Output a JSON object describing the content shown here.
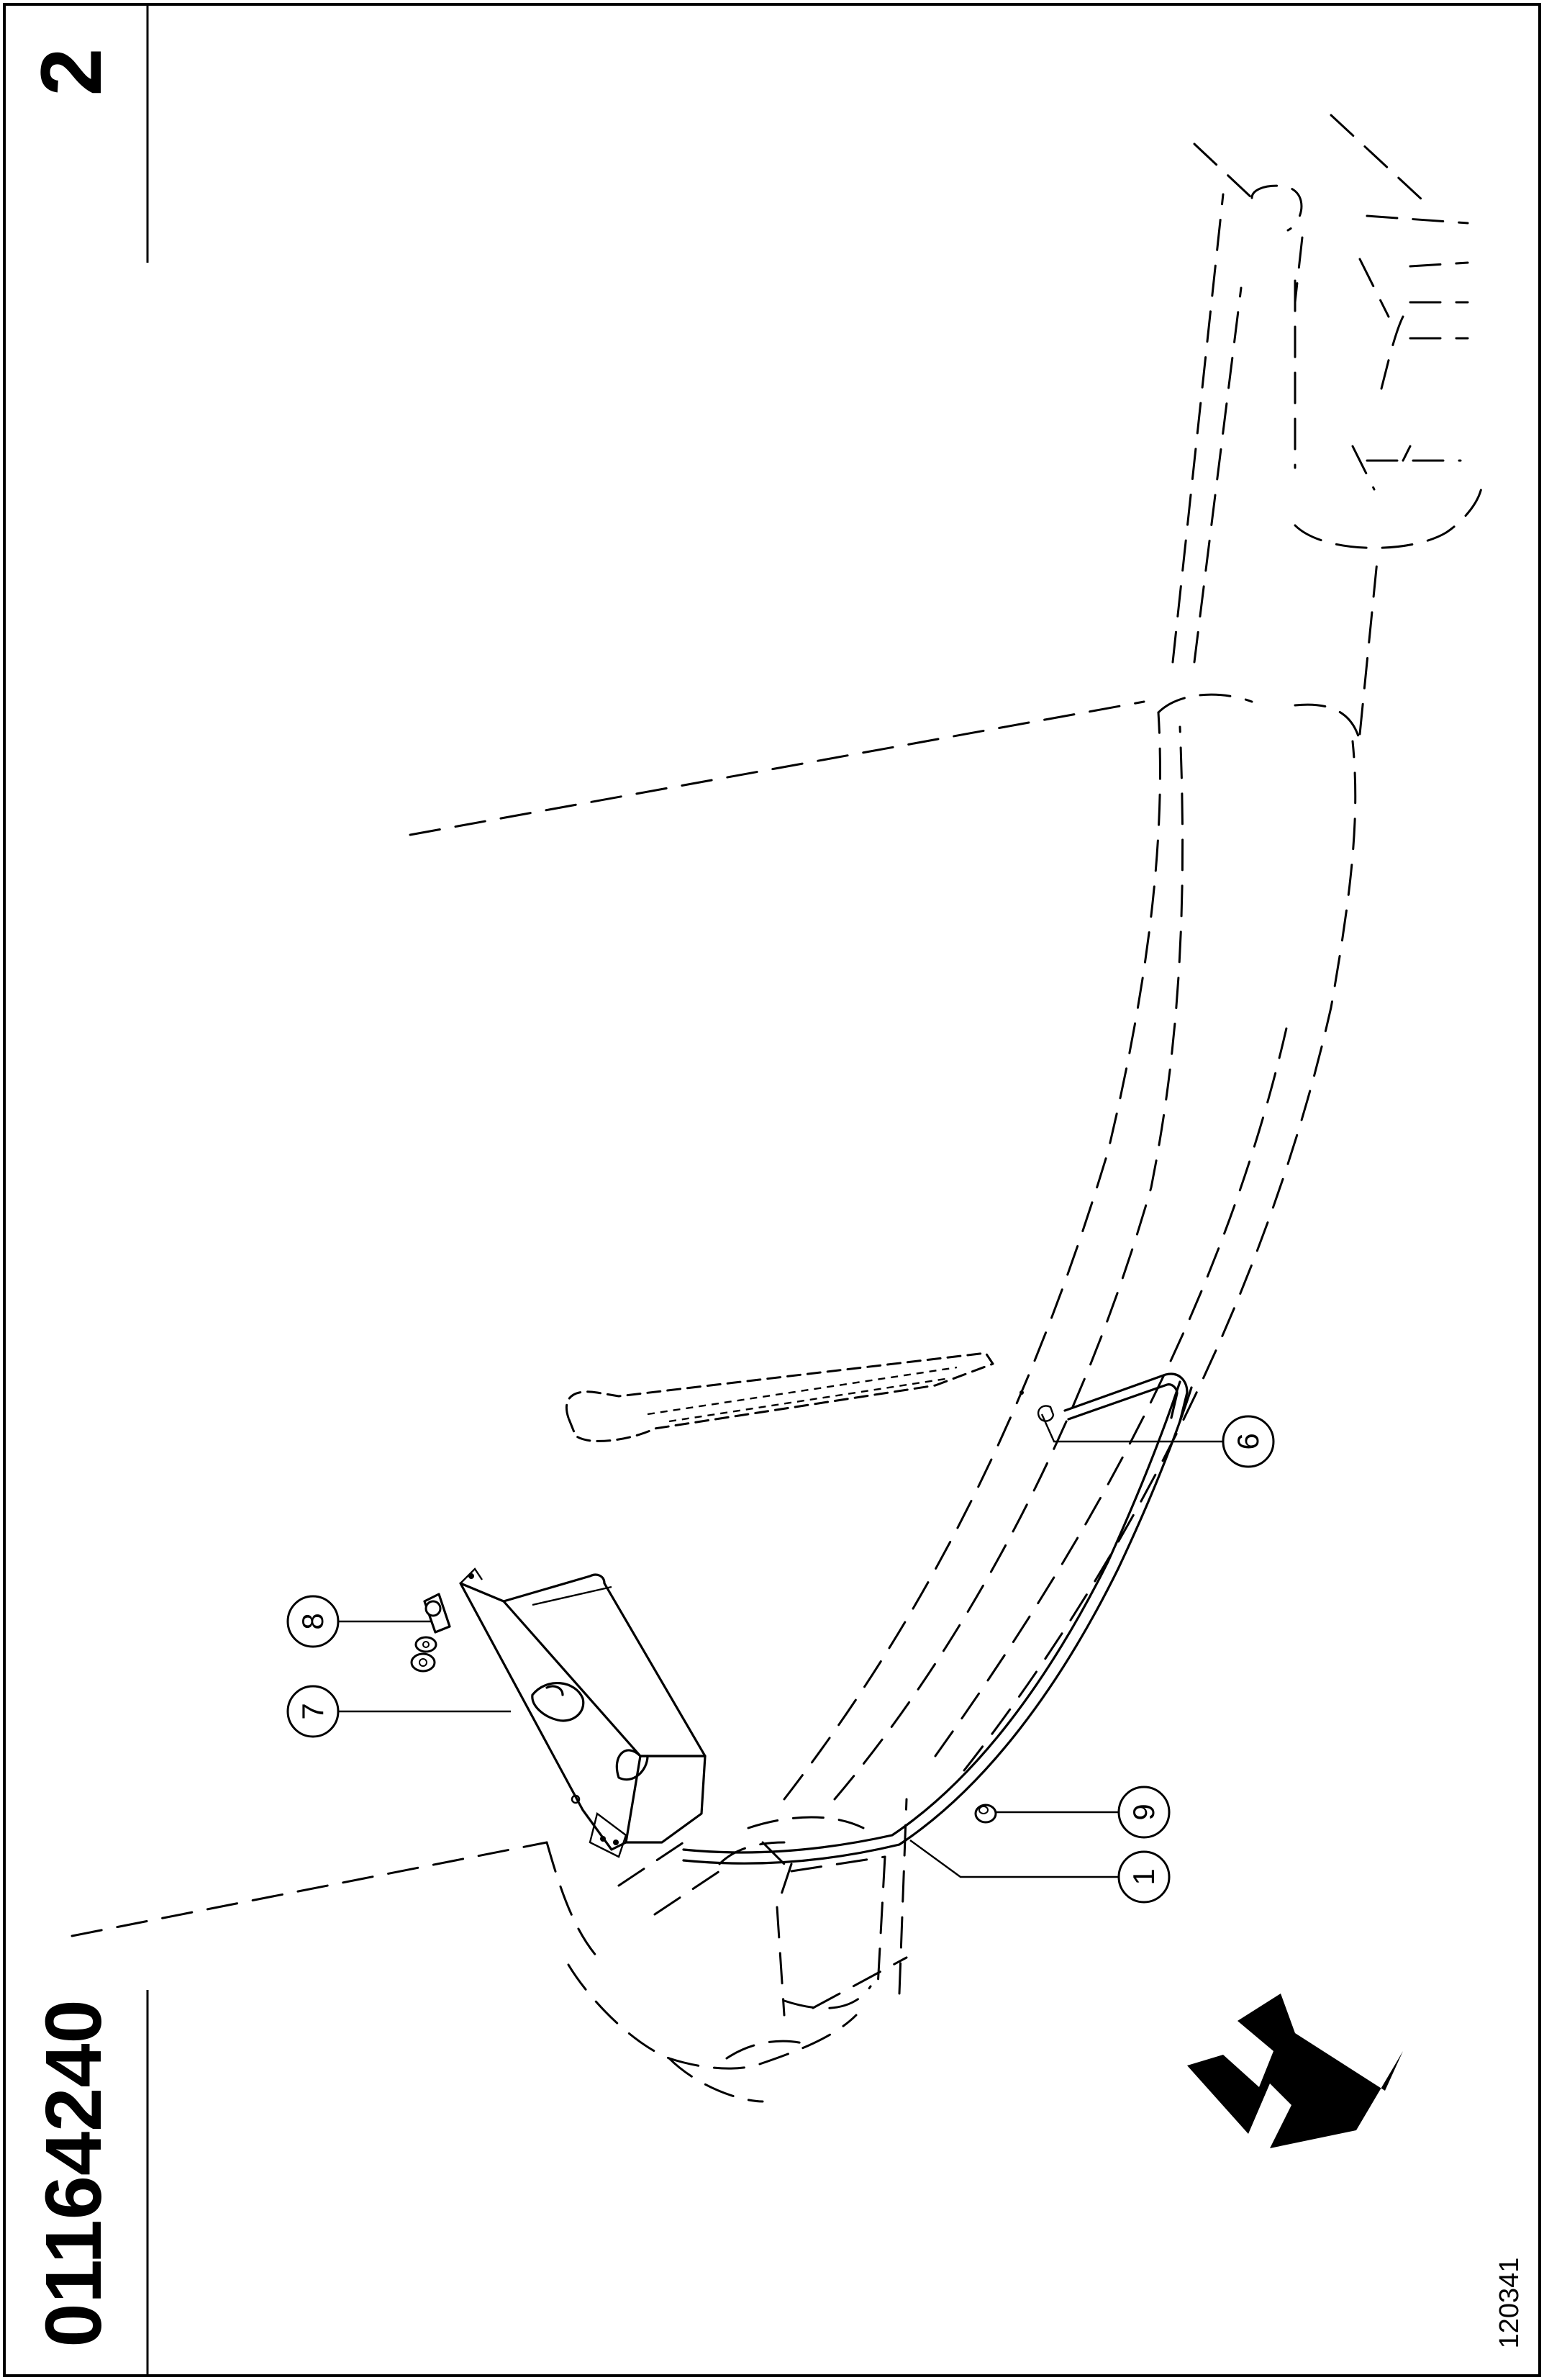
{
  "sheet": {
    "part_number": "01164240",
    "page_number": "2",
    "figure_id": "120341"
  },
  "callouts": [
    {
      "id": "callout-1",
      "label": "1"
    },
    {
      "id": "callout-6",
      "label": "6"
    },
    {
      "id": "callout-7",
      "label": "7"
    },
    {
      "id": "callout-8",
      "label": "8"
    },
    {
      "id": "callout-9",
      "label": "9"
    }
  ],
  "direction_arrow": {
    "meaning": "forward direction arrow"
  }
}
